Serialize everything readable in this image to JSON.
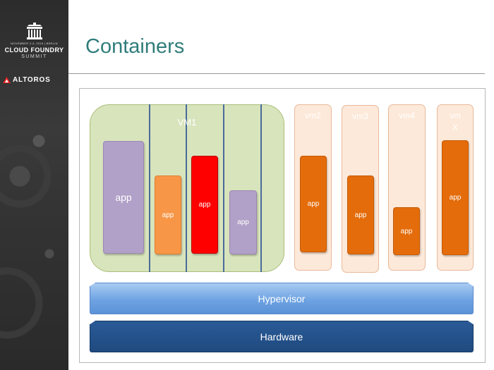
{
  "sidebar": {
    "logo_tiny": "NOVEMBER 2-4, 2015 | BERLIN",
    "logo_main": "CLOUD FOUNDRY",
    "logo_sub": "SUMMIT",
    "brand": "ALTOROS"
  },
  "slide": {
    "title": "Containers"
  },
  "diagram": {
    "vm1": {
      "label": "VM1",
      "apps": [
        "app",
        "app",
        "app",
        "app"
      ]
    },
    "vms": [
      {
        "label": "vm2",
        "app": "app"
      },
      {
        "label": "vm3",
        "app": "app"
      },
      {
        "label": "vm4",
        "app": "app"
      },
      {
        "label": "vm\nX",
        "app": "app"
      }
    ],
    "hypervisor": "Hypervisor",
    "hardware": "Hardware"
  },
  "colors": {
    "title": "#2f7d7a",
    "vm1_bg": "#d8e4bc",
    "vm_bg": "#fde9d9",
    "app_purple": "#b1a0c7",
    "app_light_orange": "#f79646",
    "app_red": "#ff0000",
    "app_orange": "#e46c0a",
    "hypervisor": "#6ea3e2",
    "hardware": "#1f4a80"
  }
}
